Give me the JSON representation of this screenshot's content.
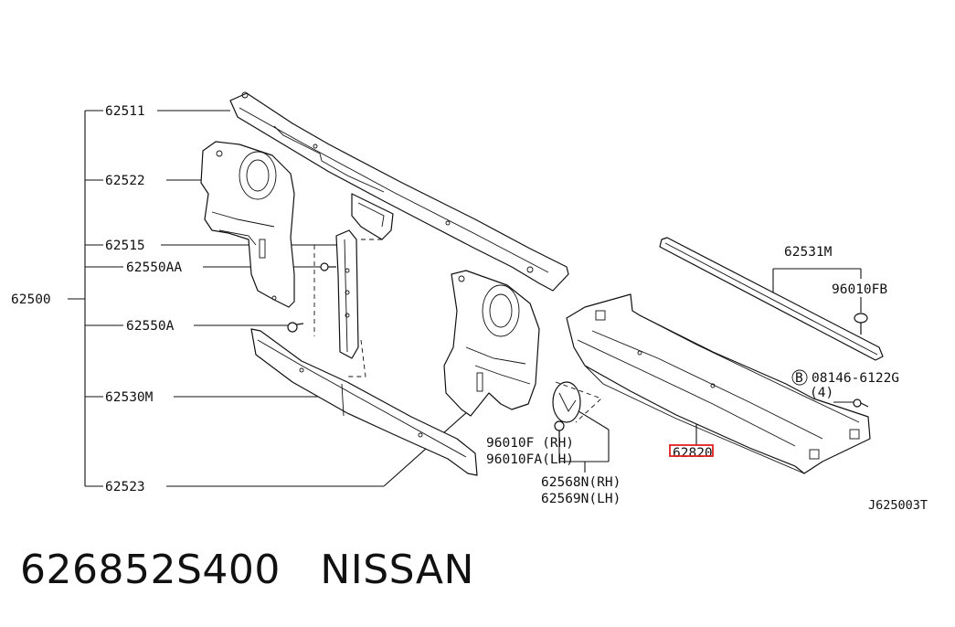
{
  "diagram": {
    "labels": {
      "p62511": "62511",
      "p62522": "62522",
      "p62515": "62515",
      "p62550AA": "62550AA",
      "p62500": "62500",
      "p62550A": "62550A",
      "p62530M": "62530M",
      "p62523": "62523",
      "p62531M": "62531M",
      "p96010FB": "96010FB",
      "bolt_code": "08146-6122G",
      "bolt_qty": "(4)",
      "bolt_circle": "B",
      "p96010F": "96010F (RH)",
      "p96010FA": "96010FA(LH)",
      "p62568N": "62568N(RH)",
      "p62569N": "62569N(LH)",
      "p62820": "62820"
    },
    "diagram_code": "J625003T"
  },
  "caption": {
    "part_number": "626852S400",
    "brand": "NISSAN"
  },
  "colors": {
    "highlight": "#e02020",
    "line": "#111111",
    "background": "#ffffff"
  }
}
